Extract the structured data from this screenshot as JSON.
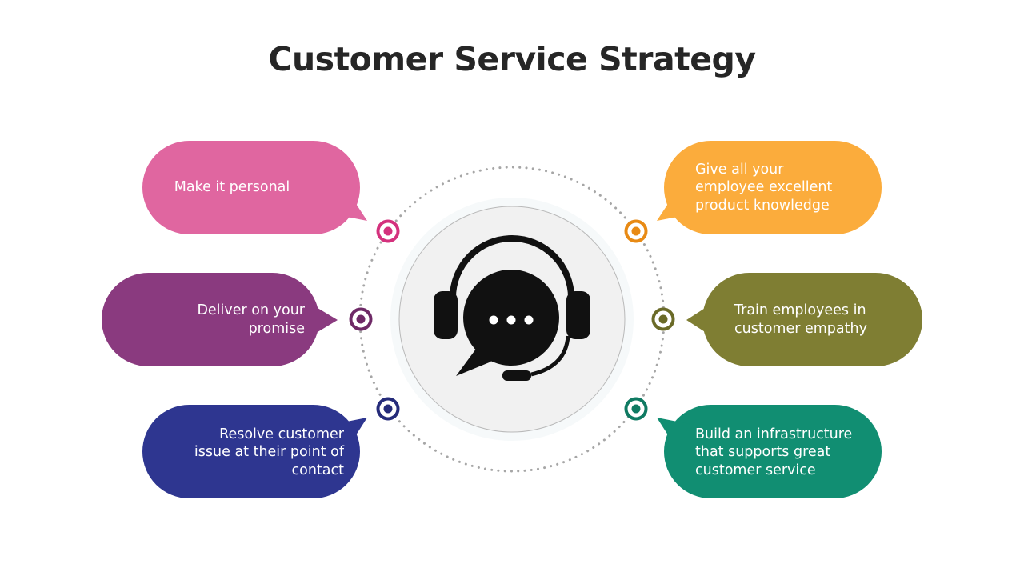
{
  "title": "Customer Service Strategy",
  "center_icon": "headset-chat-icon",
  "items": [
    {
      "lines": [
        "Make it personal"
      ],
      "color": "#e066a0",
      "marker_color": "#d4317d"
    },
    {
      "lines": [
        "Deliver on your",
        "promise"
      ],
      "color": "#8a3a7f",
      "marker_color": "#6e2966"
    },
    {
      "lines": [
        "Resolve customer",
        "issue at their point of",
        "contact"
      ],
      "color": "#2e3690",
      "marker_color": "#252b7a"
    },
    {
      "lines": [
        "Give all your",
        "employee excellent",
        "product knowledge"
      ],
      "color": "#fbac3c",
      "marker_color": "#e88a14"
    },
    {
      "lines": [
        "Train employees in",
        "customer empathy"
      ],
      "color": "#7f7e33",
      "marker_color": "#6a6a27"
    },
    {
      "lines": [
        "Build an infrastructure",
        "that supports great",
        "customer service"
      ],
      "color": "#118e72",
      "marker_color": "#0f7a62"
    }
  ]
}
